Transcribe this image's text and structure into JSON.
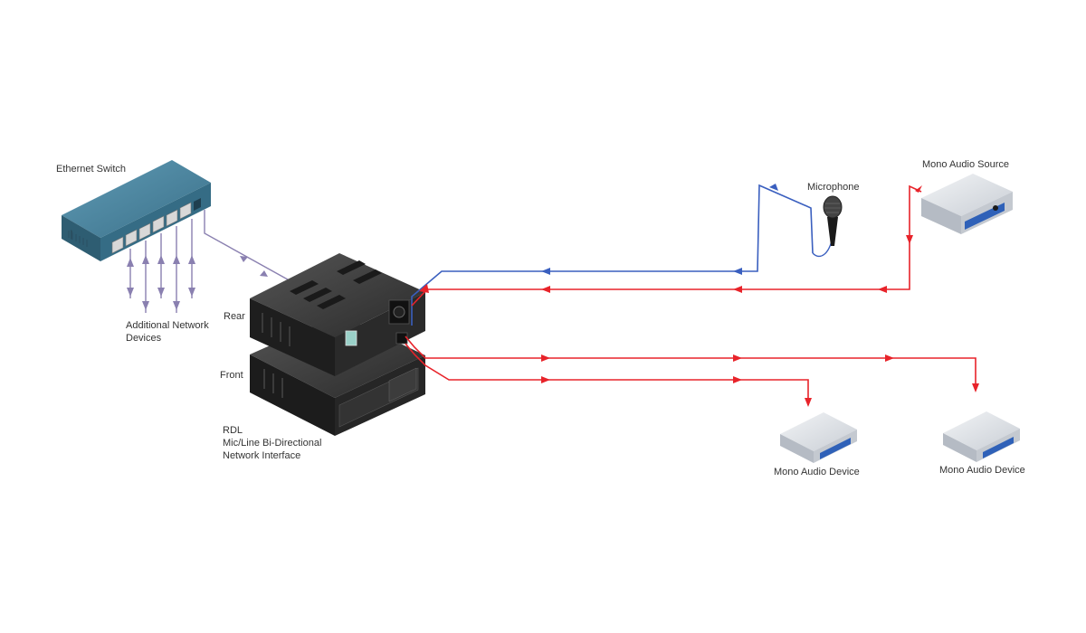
{
  "labels": {
    "ethernet_switch": "Ethernet Switch",
    "additional_devices_line1": "Additional Network",
    "additional_devices_line2": "Devices",
    "rear": "Rear",
    "front": "Front",
    "rdl_line1": "RDL",
    "rdl_line2": "Mic/Line Bi-Directional",
    "rdl_line3": "Network Interface",
    "microphone": "Microphone",
    "mono_audio_source": "Mono Audio Source",
    "mono_audio_device_1": "Mono Audio Device",
    "mono_audio_device_2": "Mono Audio Device"
  },
  "colors": {
    "network_line": "#8a80b0",
    "mic_signal": "#3a5fbf",
    "audio_signal": "#e8232a",
    "switch_body": "#3f7790",
    "rdl_body": "#2a2a2a",
    "device_body": "#d9dde3"
  }
}
